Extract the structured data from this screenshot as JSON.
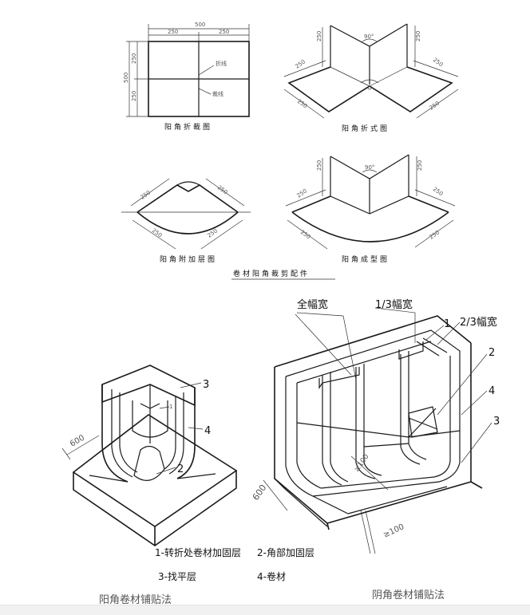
{
  "top_diagrams": {
    "fold_cut": {
      "caption": "阳角折裁图",
      "dim_total": "500",
      "dim_left": "250",
      "dim_right": "250",
      "dim_v_total": "500",
      "dim_v_top": "250",
      "dim_v_bottom": "250",
      "fold_line": "折线",
      "cut_line": "裁线"
    },
    "fold_form": {
      "caption": "阳角折式图",
      "angle": "90°",
      "dims": [
        "250",
        "250",
        "250",
        "250",
        "250",
        "250"
      ]
    },
    "reinforce": {
      "caption": "阳角附加层图",
      "dims": [
        "250",
        "250",
        "250",
        "250"
      ]
    },
    "formed": {
      "caption": "阳角成型图",
      "angle": "90°",
      "dims": [
        "250",
        "250",
        "250",
        "250",
        "250",
        "250"
      ]
    },
    "title": "卷材阳角裁剪配件"
  },
  "bottom_left": {
    "labels": [
      "3",
      "4",
      "2",
      "1"
    ],
    "dim": "600",
    "caption": "阳角卷材铺贴法"
  },
  "bottom_right": {
    "full_width": "全幅宽",
    "third_width": "1/3幅宽",
    "two_third_width": "2/3幅宽",
    "labels": [
      "1",
      "2",
      "4",
      "3"
    ],
    "dim_100": "≥100",
    "dim_600": "600",
    "dim_100b": "≥100",
    "caption": "阴角卷材铺贴法"
  },
  "legend": {
    "item1": "1-转折处卷材加固层",
    "item2": "2-角部加固层",
    "item3": "3-找平层",
    "item4": "4-卷材"
  }
}
